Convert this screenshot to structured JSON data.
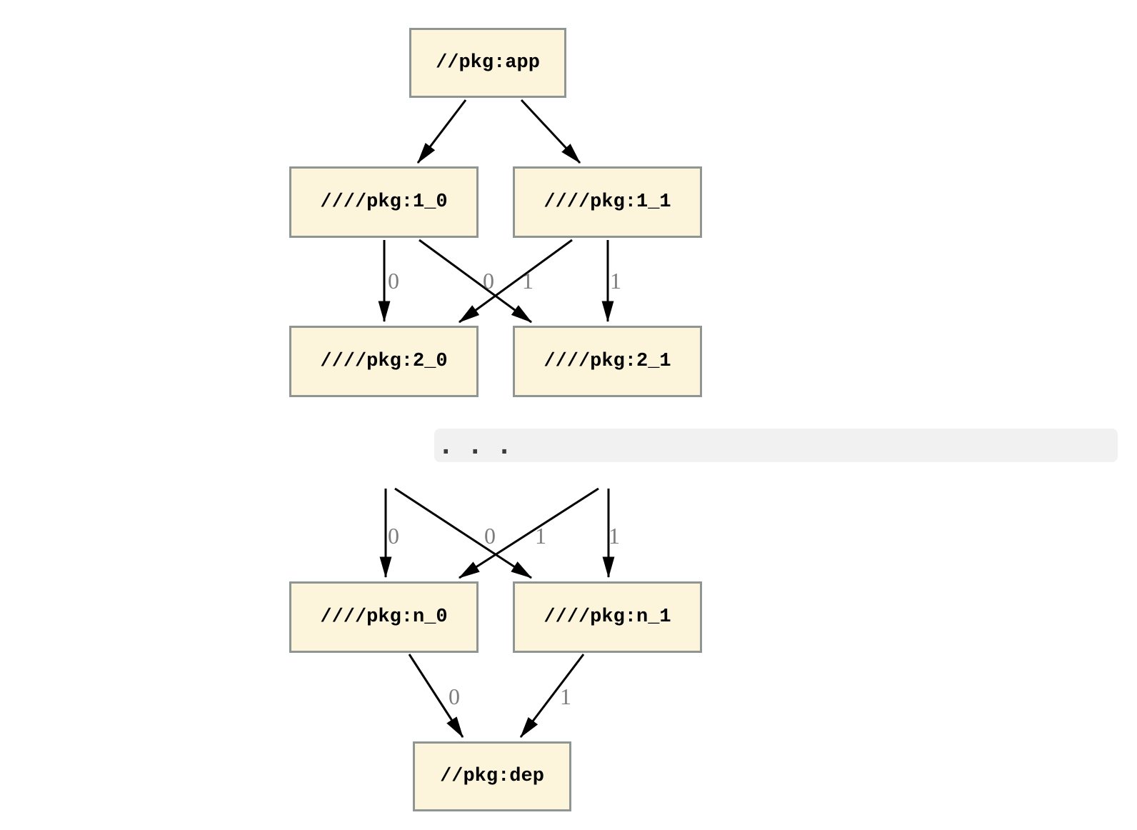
{
  "graph": {
    "nodes": {
      "app": {
        "label": "//pkg:app"
      },
      "l1_0": {
        "label": "////pkg:1_0"
      },
      "l1_1": {
        "label": "////pkg:1_1"
      },
      "l2_0": {
        "label": "////pkg:2_0"
      },
      "l2_1": {
        "label": "////pkg:2_1"
      },
      "ln_0": {
        "label": "////pkg:n_0"
      },
      "ln_1": {
        "label": "////pkg:n_1"
      },
      "dep": {
        "label": "//pkg:dep"
      }
    },
    "edges": [
      {
        "from": "//pkg:app",
        "to": "////pkg:1_0",
        "label": ""
      },
      {
        "from": "//pkg:app",
        "to": "////pkg:1_1",
        "label": ""
      },
      {
        "from": "////pkg:1_0",
        "to": "////pkg:2_0",
        "label": "0"
      },
      {
        "from": "////pkg:1_0",
        "to": "////pkg:2_1",
        "label": "1"
      },
      {
        "from": "////pkg:1_1",
        "to": "////pkg:2_0",
        "label": "0"
      },
      {
        "from": "////pkg:1_1",
        "to": "////pkg:2_1",
        "label": "1"
      },
      {
        "from": "...",
        "to": "////pkg:n_0",
        "label": "0"
      },
      {
        "from": "...",
        "to": "////pkg:n_1",
        "label": "1"
      },
      {
        "from": "...",
        "to": "////pkg:n_0",
        "label": "0"
      },
      {
        "from": "...",
        "to": "////pkg:n_1",
        "label": "1"
      },
      {
        "from": "////pkg:n_0",
        "to": "//pkg:dep",
        "label": "0"
      },
      {
        "from": "////pkg:n_1",
        "to": "//pkg:dep",
        "label": "1"
      }
    ],
    "edge_labels": {
      "level1_to_2": [
        "0",
        "0",
        "1",
        "1"
      ],
      "dots_to_n": [
        "0",
        "0",
        "1",
        "1"
      ],
      "n_to_dep": [
        "0",
        "1"
      ]
    },
    "colors": {
      "node_fill": "#fcf5dc",
      "node_border": "#8e9593",
      "edge": "#000000",
      "edge_label": "#7d7d7d",
      "separator_bg": "#f1f1f1"
    }
  },
  "separator": {
    "text": ". . ."
  }
}
